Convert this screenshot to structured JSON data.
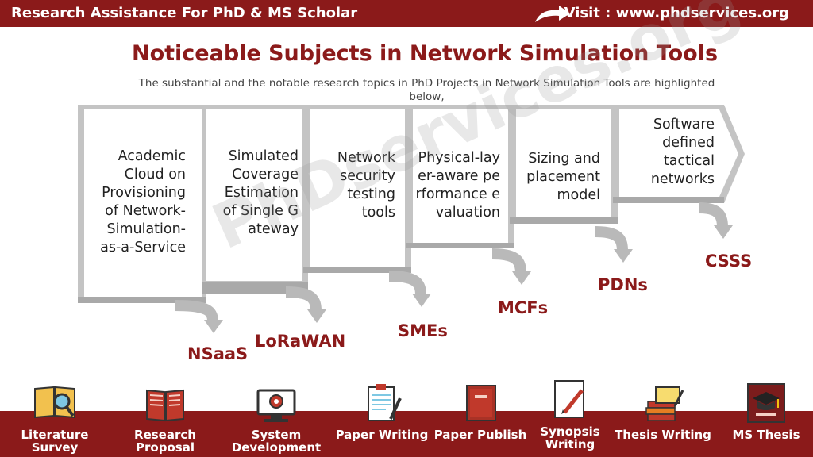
{
  "header": {
    "brand": "Research Assistance For PhD & MS Scholar",
    "visit": "Visit : www.phdservices.org"
  },
  "title": "Noticeable Subjects in Network Simulation Tools",
  "subtitle": "The substantial and the notable research topics in PhD Projects in Network Simulation Tools are highlighted below,",
  "watermark": "PhDservices.org",
  "steps": [
    {
      "text": "Academic Cloud on Provisioning of Network-Simulation-as-a-Service",
      "abbr": "NSaaS"
    },
    {
      "text": "Simulated Coverage Estimation of Single Gateway",
      "abbr": "LoRaWAN"
    },
    {
      "text": "Network security testing tools",
      "abbr": "SMEs"
    },
    {
      "text": "Physical-layer-aware performance evaluation",
      "abbr": "MCFs"
    },
    {
      "text": "Sizing and placement model",
      "abbr": "PDNs"
    },
    {
      "text": "Software defined tactical networks",
      "abbr": "CSSS"
    }
  ],
  "services": [
    {
      "label": "Literature Survey",
      "icon": "literature-search-icon"
    },
    {
      "label": "Research Proposal",
      "icon": "book-icon"
    },
    {
      "label": "System Development",
      "icon": "computer-icon"
    },
    {
      "label": "Paper Writing",
      "icon": "clipboard-pen-icon"
    },
    {
      "label": "Paper Publish",
      "icon": "journal-icon"
    },
    {
      "label": "Synopsis Writing",
      "icon": "paper-pen-icon"
    },
    {
      "label": "Thesis Writing",
      "icon": "scroll-icon"
    },
    {
      "label": "MS Thesis",
      "icon": "graduation-cap-icon"
    }
  ]
}
